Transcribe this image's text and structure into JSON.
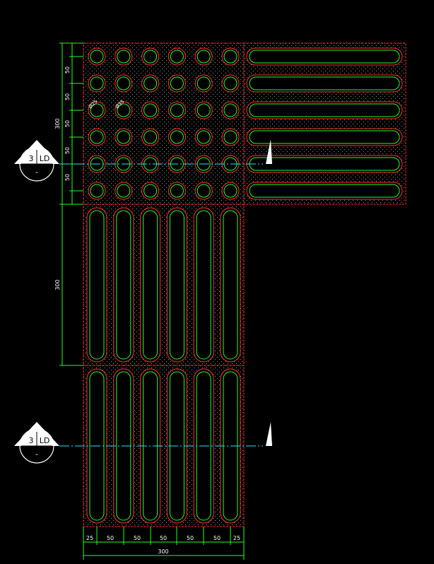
{
  "colors": {
    "background": "#000000",
    "tile_border": "#ff2a2a",
    "texture_dot": "#8a8a8a",
    "stud_outer": "#ff3030",
    "stud_inner": "#22ff22",
    "bar_outer": "#ff3030",
    "bar_inner": "#22ff22",
    "dimension": "#22ff22",
    "section_line": "#2fe0ff",
    "text": "#ffffff",
    "marker_fill": "#ffffff"
  },
  "dimensions": {
    "left_top_total": "300",
    "left_top_segments": [
      "50",
      "50",
      "50",
      "50",
      "50"
    ],
    "left_mid_total": "300",
    "bottom_segments": [
      "25",
      "50",
      "50",
      "50",
      "50",
      "50",
      "25"
    ],
    "bottom_total": "300"
  },
  "annotations": {
    "stud_top_diameter": "Ø25",
    "stud_bottom_diameter": "Ø35"
  },
  "section_markers": [
    {
      "number": "3",
      "sheet": "LD",
      "sub": "-"
    },
    {
      "number": "3",
      "sheet": "LD",
      "sub": "-"
    }
  ],
  "tiles": {
    "warning_tile_stud_rows": 6,
    "warning_tile_stud_cols": 6,
    "guide_tile_bars": 6
  }
}
